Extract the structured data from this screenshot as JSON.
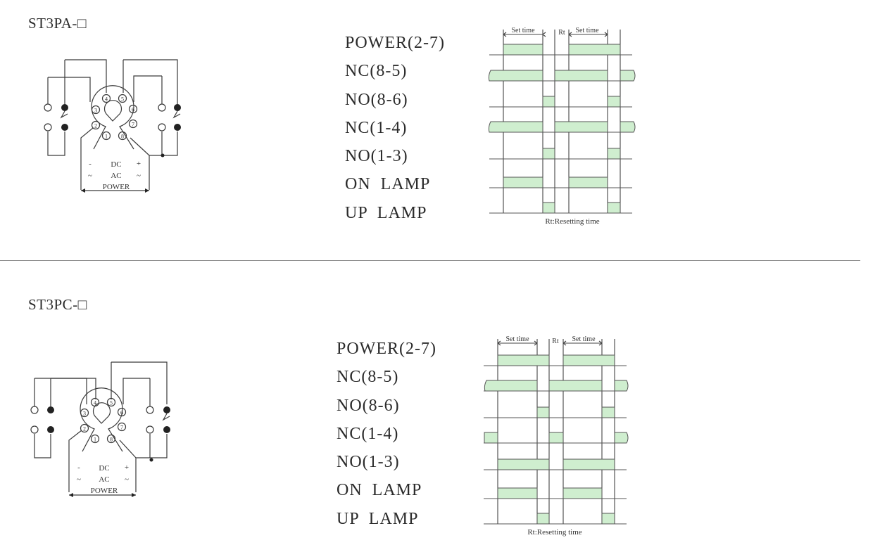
{
  "sections": [
    {
      "model": "ST3PA-□",
      "signals": [
        "POWER(2-7)",
        "NC(8-5)",
        "NO(8-6)",
        "NC(1-4)",
        "NO(1-3)",
        "ON  LAMP",
        "UP  LAMP"
      ],
      "timing": {
        "set_time_1": "Set time",
        "reset": "Rt",
        "set_time_2": "Set time",
        "footnote": "Rt:Resetting time"
      },
      "wiring": {
        "pins": [
          "1",
          "2",
          "3",
          "4",
          "5",
          "6",
          "7",
          "8"
        ],
        "dc_minus": "-",
        "dc": "DC",
        "dc_plus": "+",
        "ac_left": "~",
        "ac": "AC",
        "ac_right": "~",
        "power": "POWER"
      }
    },
    {
      "model": "ST3PC-□",
      "signals": [
        "POWER(2-7)",
        "NC(8-5)",
        "NO(8-6)",
        "NC(1-4)",
        "NO(1-3)",
        "ON  LAMP",
        "UP  LAMP"
      ],
      "timing": {
        "set_time_1": "Set time",
        "reset": "Rt",
        "set_time_2": "Set time",
        "footnote": "Rt:Resetting time"
      },
      "wiring": {
        "pins": [
          "1",
          "2",
          "3",
          "4",
          "5",
          "6",
          "7",
          "8"
        ],
        "dc_minus": "-",
        "dc": "DC",
        "dc_plus": "+",
        "ac_left": "~",
        "ac": "AC",
        "ac_right": "~",
        "power": "POWER"
      }
    }
  ],
  "colors": {
    "pulse_fill": "#cfeecf",
    "line": "#3a3a3a"
  }
}
